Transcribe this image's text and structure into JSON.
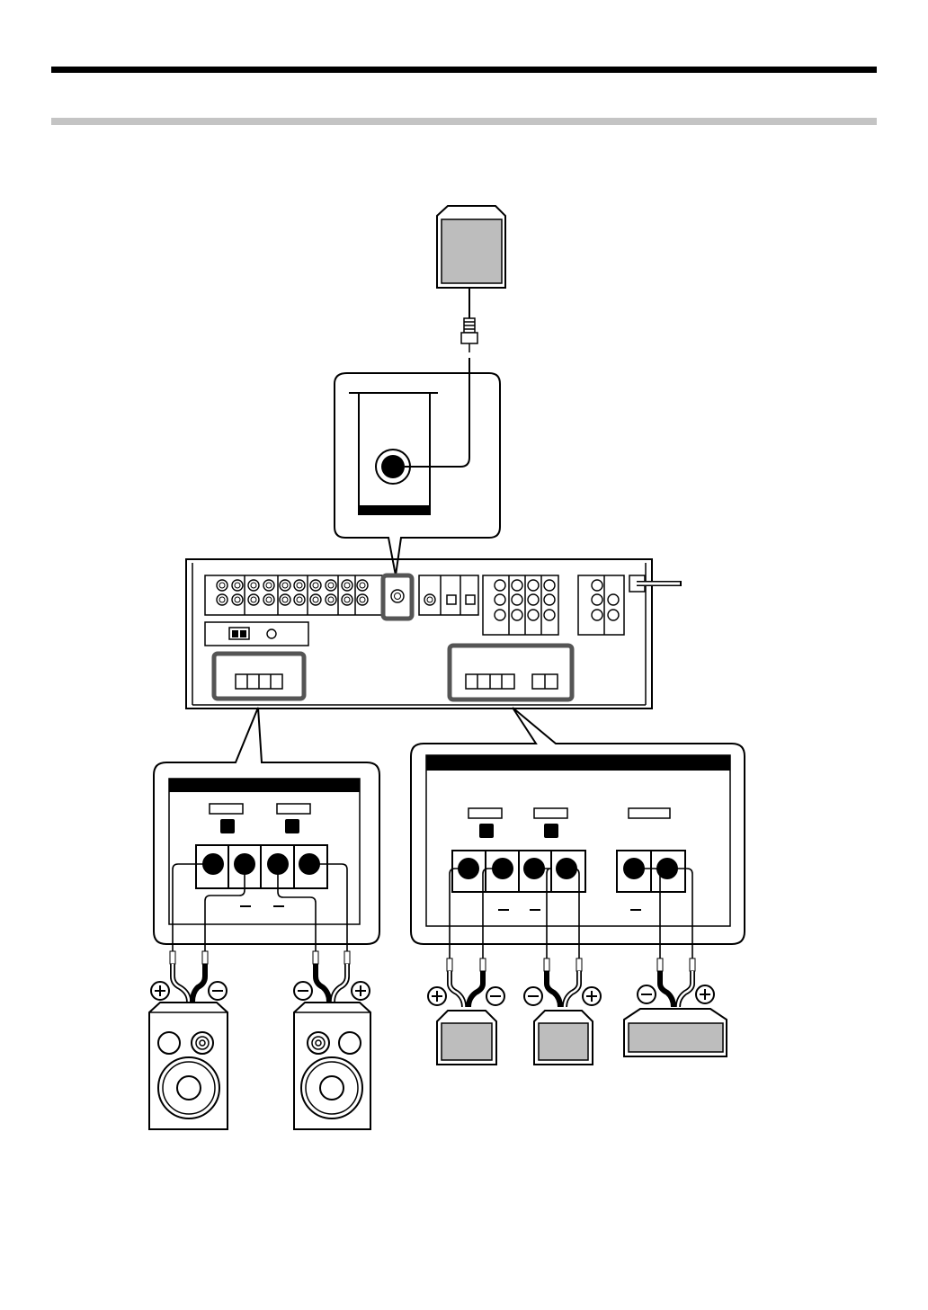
{
  "header": {
    "rule_color": "#000000",
    "subrule_color": "#c4c4c4"
  },
  "diagram": {
    "polarity_symbols": [
      "plus-icon",
      "minus-icon"
    ],
    "highlight_color": "#555555",
    "speaker_box_fill": "#bdbdbd",
    "components": [
      "subwoofer",
      "receiver-rear-panel",
      "front-left-speaker",
      "front-right-speaker",
      "center-speaker",
      "surround-speaker",
      "surround-back-speaker"
    ]
  }
}
